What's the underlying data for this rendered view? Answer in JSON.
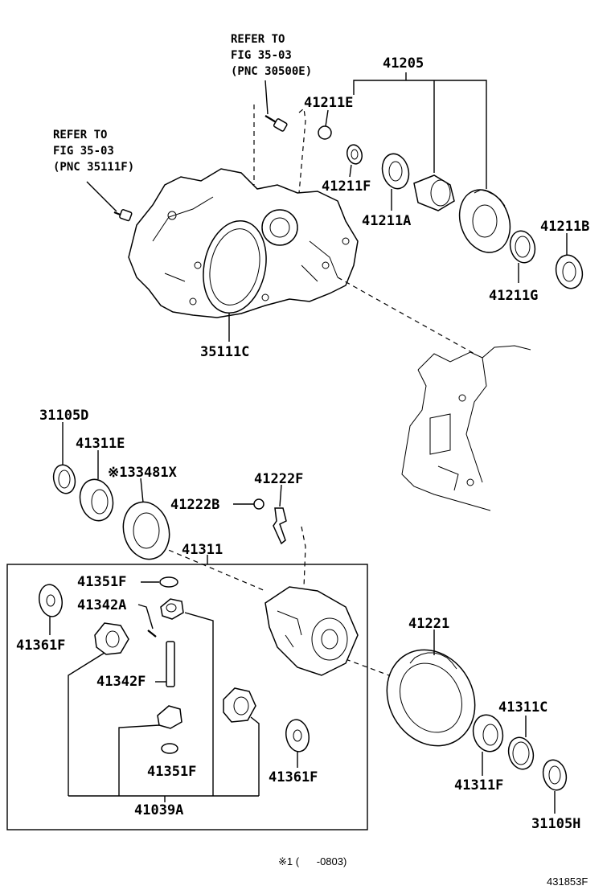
{
  "refs": {
    "ref1": {
      "line1": "REFER TO",
      "line2": "FIG 35-03",
      "line3": "(PNC 30500E)"
    },
    "ref2": {
      "line1": "REFER TO",
      "line2": "FIG 35-03",
      "line3": "(PNC 35111F)"
    }
  },
  "parts": {
    "p41205": "41205",
    "p41211E": "41211E",
    "p41211F": "41211F",
    "p41211A": "41211A",
    "p41211B": "41211B",
    "p41211G": "41211G",
    "p35111C": "35111C",
    "p31105D": "31105D",
    "p41311E": "41311E",
    "p33481X": "※133481X",
    "p41222F": "41222F",
    "p41222B": "41222B",
    "p41311": "41311",
    "p41351F_top": "41351F",
    "p41342A": "41342A",
    "p41361F_left": "41361F",
    "p41342F": "41342F",
    "p41351F_bottom": "41351F",
    "p41361F_right": "41361F",
    "p41039A": "41039A",
    "p41221": "41221",
    "p41311C": "41311C",
    "p41311F": "41311F",
    "p31105H": "31105H"
  },
  "footnote": "※1 (      -0803)",
  "figure_code": "431853F"
}
